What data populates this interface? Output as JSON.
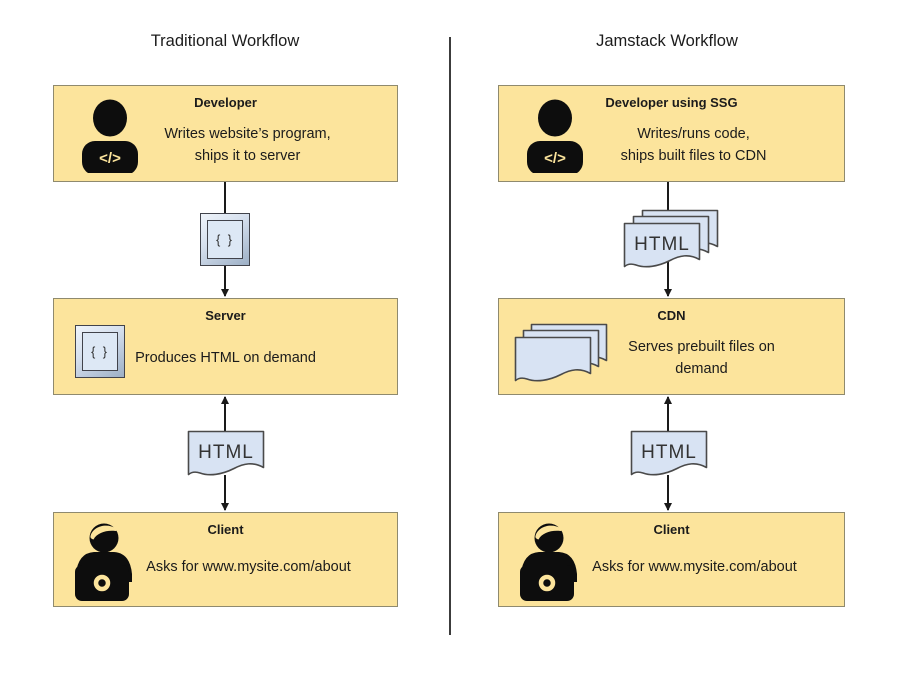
{
  "diagram": {
    "left": {
      "title": "Traditional Workflow",
      "developer": {
        "title": "Developer",
        "body": "Writes website’s program,\nships it to server",
        "icon_glyph": "</>"
      },
      "keycap": {
        "label": "{ }"
      },
      "server": {
        "title": "Server",
        "keycap_label": "{ }",
        "body": "Produces HTML on demand"
      },
      "html_doc": {
        "label": "HTML"
      },
      "client": {
        "title": "Client",
        "body": "Asks for www.mysite.com/about"
      }
    },
    "right": {
      "title": "Jamstack Workflow",
      "developer": {
        "title": "Developer using SSG",
        "body": "Writes/runs code,\nships built files to CDN",
        "icon_glyph": "</>"
      },
      "html_stack": {
        "label": "HTML"
      },
      "cdn": {
        "title": "CDN",
        "body": "Serves prebuilt files on\ndemand"
      },
      "html_doc": {
        "label": "HTML"
      },
      "client": {
        "title": "Client",
        "body": "Asks for www.mysite.com/about"
      }
    },
    "colors": {
      "box_fill": "#fce49c",
      "box_border": "#8f8a6e",
      "doc_fill": "#d8e3f3",
      "doc_border": "#4a4a4a",
      "arrow": "#1a1a1a"
    }
  }
}
